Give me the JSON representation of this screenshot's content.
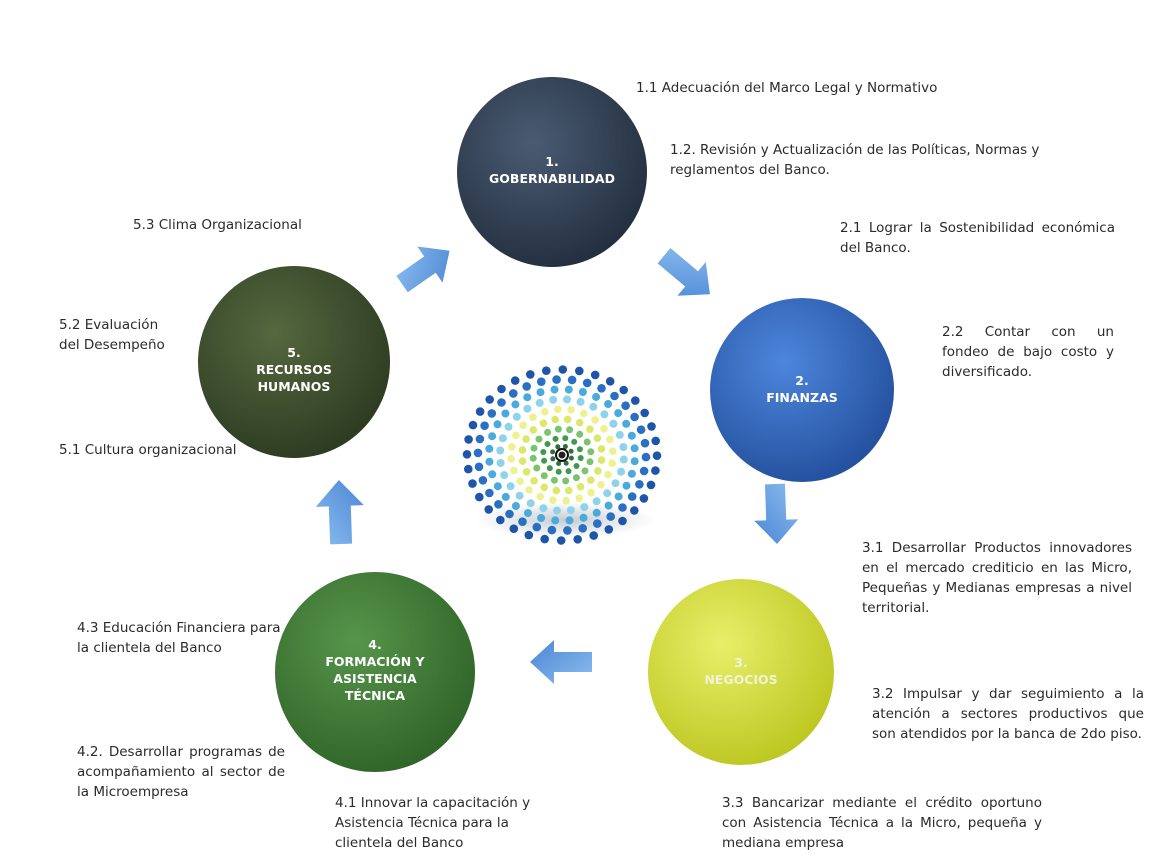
{
  "colors": {
    "gobernabilidad": "#2d3c50",
    "finanzas": "#2f63ba",
    "negocios": "#d6e03a",
    "formacion": "#3f7a34",
    "recursos": "#3b4c2c",
    "arrow": "#5f9bdf"
  },
  "nodes": [
    {
      "id": "gobernabilidad",
      "label": "1.\nGOBERNABILIDAD"
    },
    {
      "id": "finanzas",
      "label": "2.\nFINANZAS"
    },
    {
      "id": "negocios",
      "label": "3.\nNEGOCIOS"
    },
    {
      "id": "formacion",
      "label": "4.\nFORMACIÓN Y\nASISTENCIA\nTÉCNICA"
    },
    {
      "id": "recursos",
      "label": "5.\nRECURSOS\nHUMANOS"
    }
  ],
  "notes": {
    "n1_1": "1.1 Adecuación del Marco Legal y Normativo",
    "n1_2": "1.2. Revisión y Actualización de las Políticas, Normas y reglamentos del Banco.",
    "n2_1": "2.1 Lograr la Sostenibilidad económica del Banco.",
    "n2_2": "2.2 Contar con un fondeo de bajo costo y diversificado.",
    "n3_1": "3.1 Desarrollar Productos innovadores en el mercado crediticio en las Micro, Pequeñas y Medianas empresas a nivel territorial.",
    "n3_2": "3.2 Impulsar y dar seguimiento a la atención a sectores productivos que son atendidos por la banca de 2do piso.",
    "n3_3": "3.3 Bancarizar mediante el crédito oportuno con Asistencia Técnica a la Micro, pequeña y mediana empresa",
    "n4_1": "4.1 Innovar la capacitación y Asistencia Técnica para la clientela del Banco",
    "n4_2": "4.2. Desarrollar programas de acompañamiento al sector de la Microempresa",
    "n4_3": "4.3 Educación Financiera para la clientela del Banco",
    "n5_1": "5.1 Cultura organizacional",
    "n5_2": "5.2 Evaluación del Desempeño",
    "n5_3": "5.3 Clima Organizacional"
  }
}
